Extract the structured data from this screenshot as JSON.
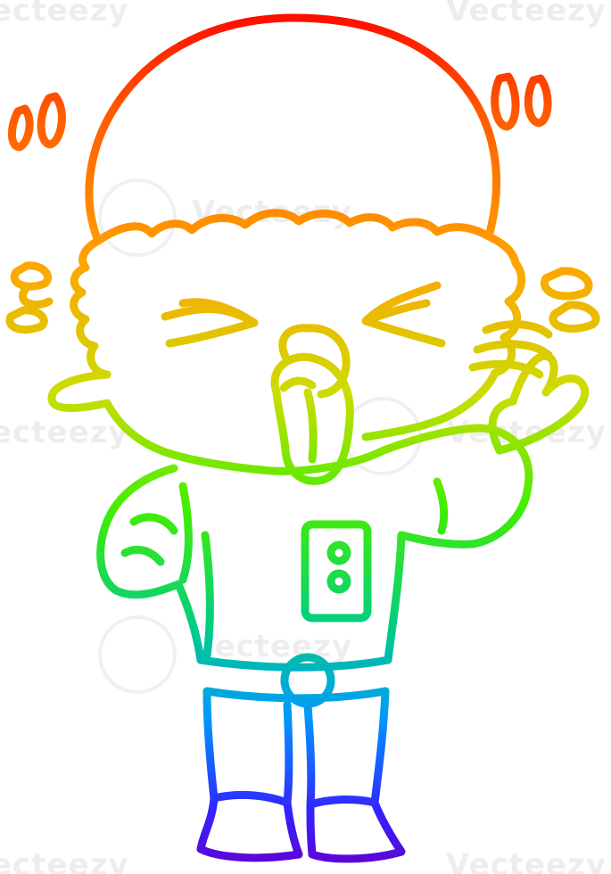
{
  "illustration": {
    "subject": "cartoon alien in spacesuit sticking out tongue",
    "line_gradient": [
      "#ff0000",
      "#ff8000",
      "#ffcc00",
      "#66ff00",
      "#00cc66",
      "#0099ff",
      "#3300ff",
      "#6600cc"
    ]
  },
  "watermark": {
    "brand": "Vecteezy",
    "brand_short": "ecteezy"
  }
}
